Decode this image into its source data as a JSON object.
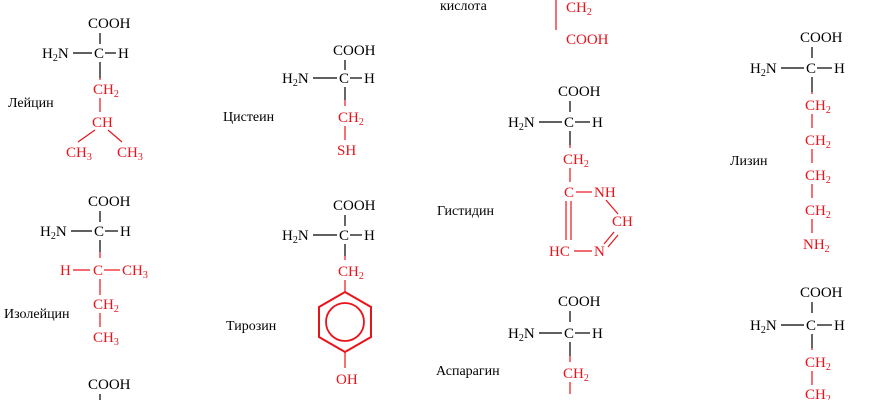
{
  "amino_acids": {
    "leucine": "Лейцин",
    "isoleucine": "Изолейцин",
    "cysteine": "Цистеин",
    "tyrosine": "Тирозин",
    "histidine": "Гистидин",
    "asparagine": "Аспарагин",
    "lysine": "Лизин",
    "acid_fragment": "кислота"
  },
  "groups": {
    "carboxyl": "COOH",
    "amino_h2": "H",
    "amino_n": "N",
    "two": "2",
    "three": "3",
    "carbon": "C",
    "hydrogen": "H",
    "methylene": "CH",
    "methyl": "CH",
    "methine": "CH",
    "sulfhydryl": "SH",
    "hydroxyl": "OH",
    "nh_ring": "NH",
    "nh2": "NH",
    "ring_hc": "HC",
    "ring_n": "N",
    "ring_ch": "CH"
  },
  "colors": {
    "side_chain": "#e8141b",
    "backbone": "#000000"
  }
}
